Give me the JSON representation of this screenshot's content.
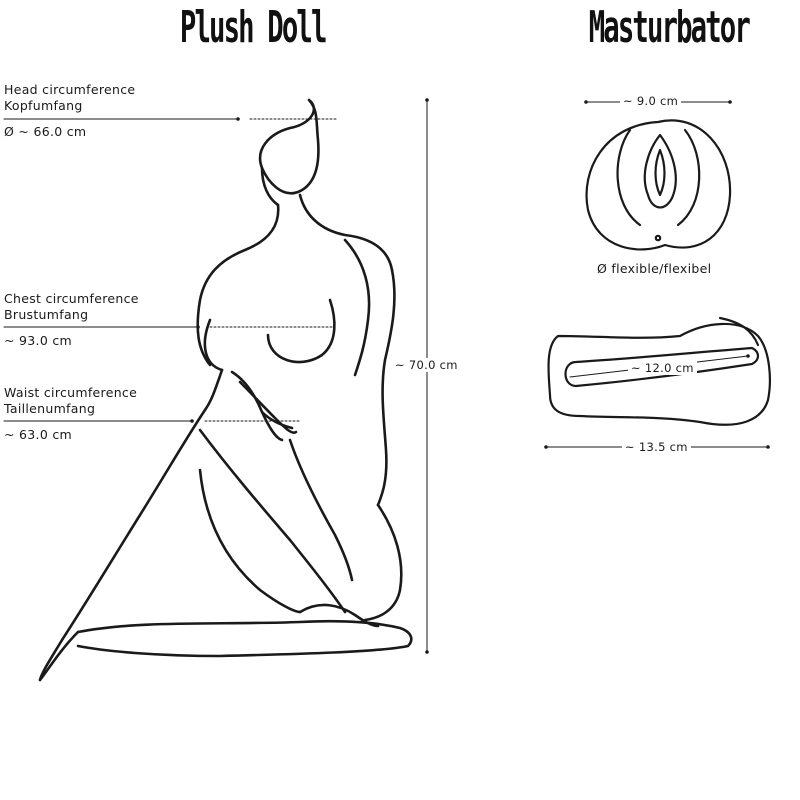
{
  "doll": {
    "title": "Plush Doll",
    "head": {
      "label_en": "Head circumference",
      "label_de": "Kopfumfang",
      "value": "Ø ~ 66.0 cm"
    },
    "chest": {
      "label_en": "Chest circumference",
      "label_de": "Brustumfang",
      "value": "~ 93.0 cm"
    },
    "waist": {
      "label_en": "Waist circumference",
      "label_de": "Taillenumfang",
      "value": "~ 63.0 cm"
    },
    "height": "~ 70.0 cm"
  },
  "masturbator": {
    "title": "Masturbator",
    "width": "~ 9.0 cm",
    "flex": "Ø flexible/flexibel",
    "inner_length": "~ 12.0 cm",
    "length": "~ 13.5 cm"
  }
}
